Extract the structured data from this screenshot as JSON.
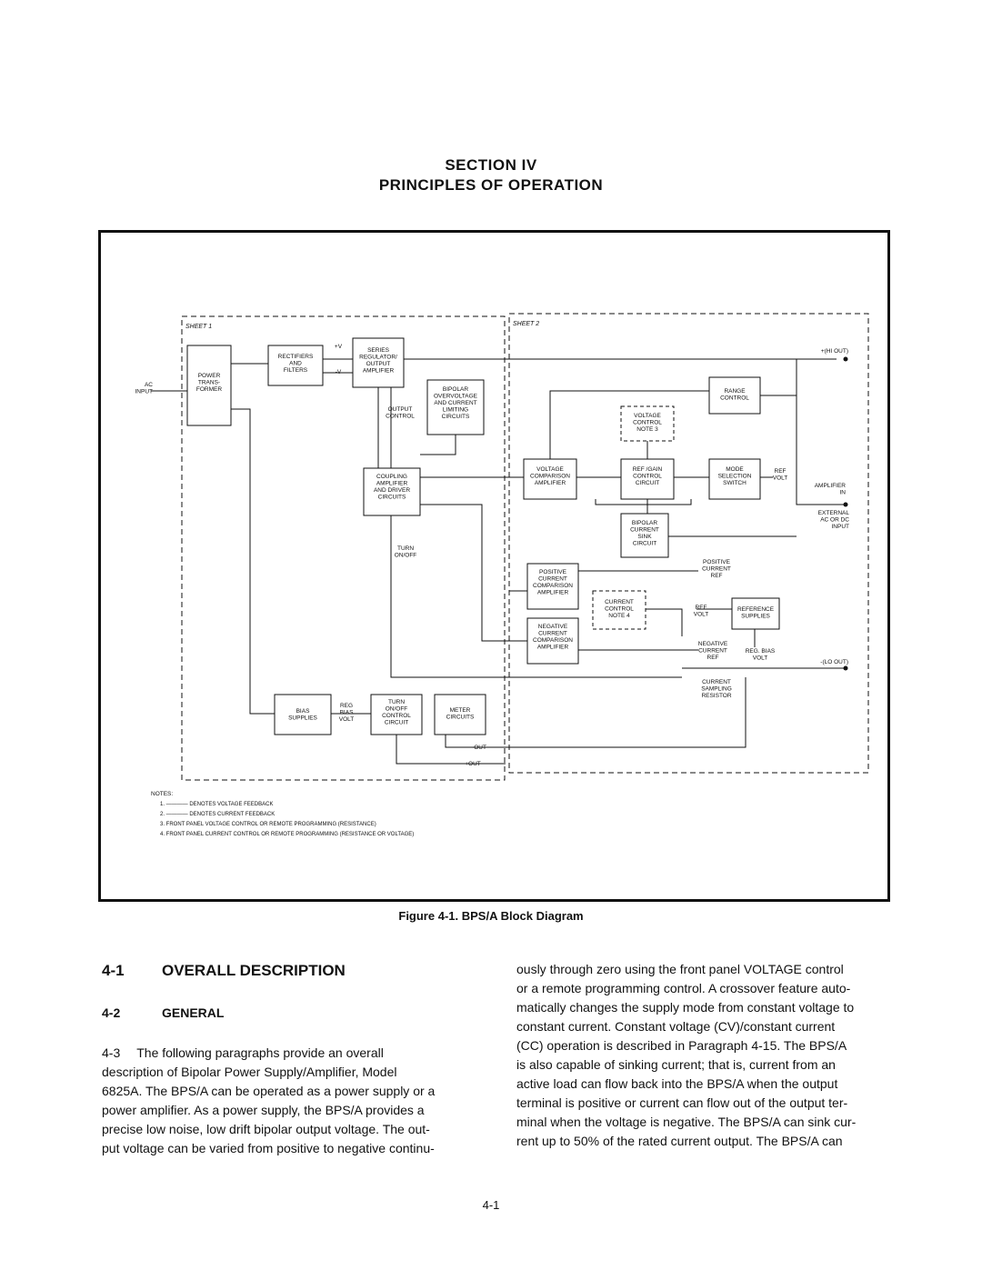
{
  "header": {
    "section": "SECTION IV",
    "title": "PRINCIPLES OF OPERATION"
  },
  "figure": {
    "caption": "Figure 4-1. BPS/A Block Diagram",
    "sheet1": "SHEET 1",
    "sheet2": "SHEET 2",
    "blocks": {
      "power_transformer": [
        "POWER",
        "TRANS-",
        "FORMER"
      ],
      "rectifiers": [
        "RECTIFIERS",
        "AND",
        "FILTERS"
      ],
      "series_regulator": [
        "SERIES",
        "REGULATOR/",
        "OUTPUT",
        "AMPLIFIER"
      ],
      "bipolar_overvoltage": [
        "BIPOLAR",
        "OVERVOLTAGE",
        "AND CURRENT",
        "LIMITING",
        "CIRCUITS"
      ],
      "coupling_amplifier": [
        "COUPLING",
        "AMPLIFIER",
        "AND DRIVER",
        "CIRCUITS"
      ],
      "bias_supplies": [
        "BIAS",
        "SUPPLIES"
      ],
      "turn_on_off": [
        "TURN",
        "ON/OFF",
        "CONTROL",
        "CIRCUIT"
      ],
      "meter_circuits": [
        "METER",
        "CIRCUITS"
      ],
      "voltage_comparison": [
        "VOLTAGE",
        "COMPARISON",
        "AMPLIFIER"
      ],
      "voltage_control": [
        "VOLTAGE",
        "CONTROL",
        "NOTE 3"
      ],
      "ref_gain_control": [
        "REF /GAIN",
        "CONTROL",
        "CIRCUIT"
      ],
      "range_control": [
        "RANGE",
        "CONTROL"
      ],
      "mode_selection": [
        "MODE",
        "SELECTION",
        "SWITCH"
      ],
      "bipolar_sink": [
        "BIPOLAR",
        "CURRENT",
        "SINK",
        "CIRCUIT"
      ],
      "positive_current_comparison": [
        "POSITIVE",
        "CURRENT",
        "COMPARISON",
        "AMPLIFIER"
      ],
      "current_control": [
        "CURRENT",
        "CONTROL",
        "NOTE 4"
      ],
      "negative_current_comparison": [
        "NEGATIVE",
        "CURRENT",
        "COMPARISON",
        "AMPLIFIER"
      ],
      "reference_supplies": [
        "REFERENCE",
        "SUPPLIES"
      ]
    },
    "labels": {
      "ac_input": [
        "AC",
        "INPUT"
      ],
      "plus_v": "+V",
      "minus_v": "-V",
      "output_control": [
        "OUTPUT",
        "CONTROL"
      ],
      "turn_on_off": [
        "TURN",
        "ON/OFF"
      ],
      "reg_bias_volt_1": [
        "REG",
        "BIAS",
        "VOLT"
      ],
      "minus_out": "-OUT",
      "plus_out": "+OUT",
      "hi_out": "+(HI OUT)",
      "lo_out": "-(LO OUT)",
      "ref_volt_1": [
        "REF",
        "VOLT"
      ],
      "amplifier_in": [
        "AMPLIFIER",
        "IN"
      ],
      "external_input": [
        "EXTERNAL",
        "AC OR DC",
        "INPUT"
      ],
      "positive_current_ref": [
        "POSITIVE",
        "CURRENT",
        "REF"
      ],
      "ref_volt_2": [
        "REF",
        "VOLT"
      ],
      "negative_current_ref": [
        "NEGATIVE",
        "CURRENT",
        "REF"
      ],
      "reg_bias_volt_2": [
        "REG. BIAS",
        "VOLT"
      ],
      "current_sampling_resistor": [
        "CURRENT",
        "SAMPLING",
        "RESISTOR"
      ]
    },
    "notes": {
      "title": "NOTES:",
      "items": [
        "1. ———— DENOTES VOLTAGE FEEDBACK",
        "2. ———— DENOTES CURRENT FEEDBACK",
        "3. FRONT PANEL VOLTAGE CONTROL OR REMOTE PROGRAMMING (RESISTANCE)",
        "4. FRONT PANEL CURRENT CONTROL OR REMOTE PROGRAMMING (RESISTANCE OR VOLTAGE)"
      ]
    }
  },
  "section_4_1": {
    "number": "4-1",
    "title": "OVERALL DESCRIPTION"
  },
  "section_4_2": {
    "number": "4-2",
    "title": "GENERAL"
  },
  "paragraph_4_3": {
    "number": "4-3",
    "lines": [
      "The following paragraphs provide an overall",
      "description of Bipolar Power Supply/Amplifier, Model",
      "6825A. The BPS/A can be operated as a power supply or a",
      "power amplifier. As a power supply, the BPS/A provides a",
      "precise low noise, low drift bipolar output voltage. The out-",
      "put voltage can be varied from positive to negative continu-"
    ]
  },
  "right_column": {
    "lines": [
      "ously through zero using the front panel VOLTAGE control",
      "or a remote programming control. A crossover feature auto-",
      "matically changes the supply mode from constant voltage to",
      "constant current. Constant voltage (CV)/constant current",
      "(CC) operation is described in Paragraph 4-15. The BPS/A",
      "is also capable of sinking current; that is, current from an",
      "active load can flow back into the BPS/A when the output",
      "terminal is positive or current can flow out of the output ter-",
      "minal when the voltage is negative. The BPS/A can sink cur-",
      "rent up to 50% of the rated current output. The BPS/A can"
    ]
  },
  "footer": {
    "page_number": "4-1"
  }
}
